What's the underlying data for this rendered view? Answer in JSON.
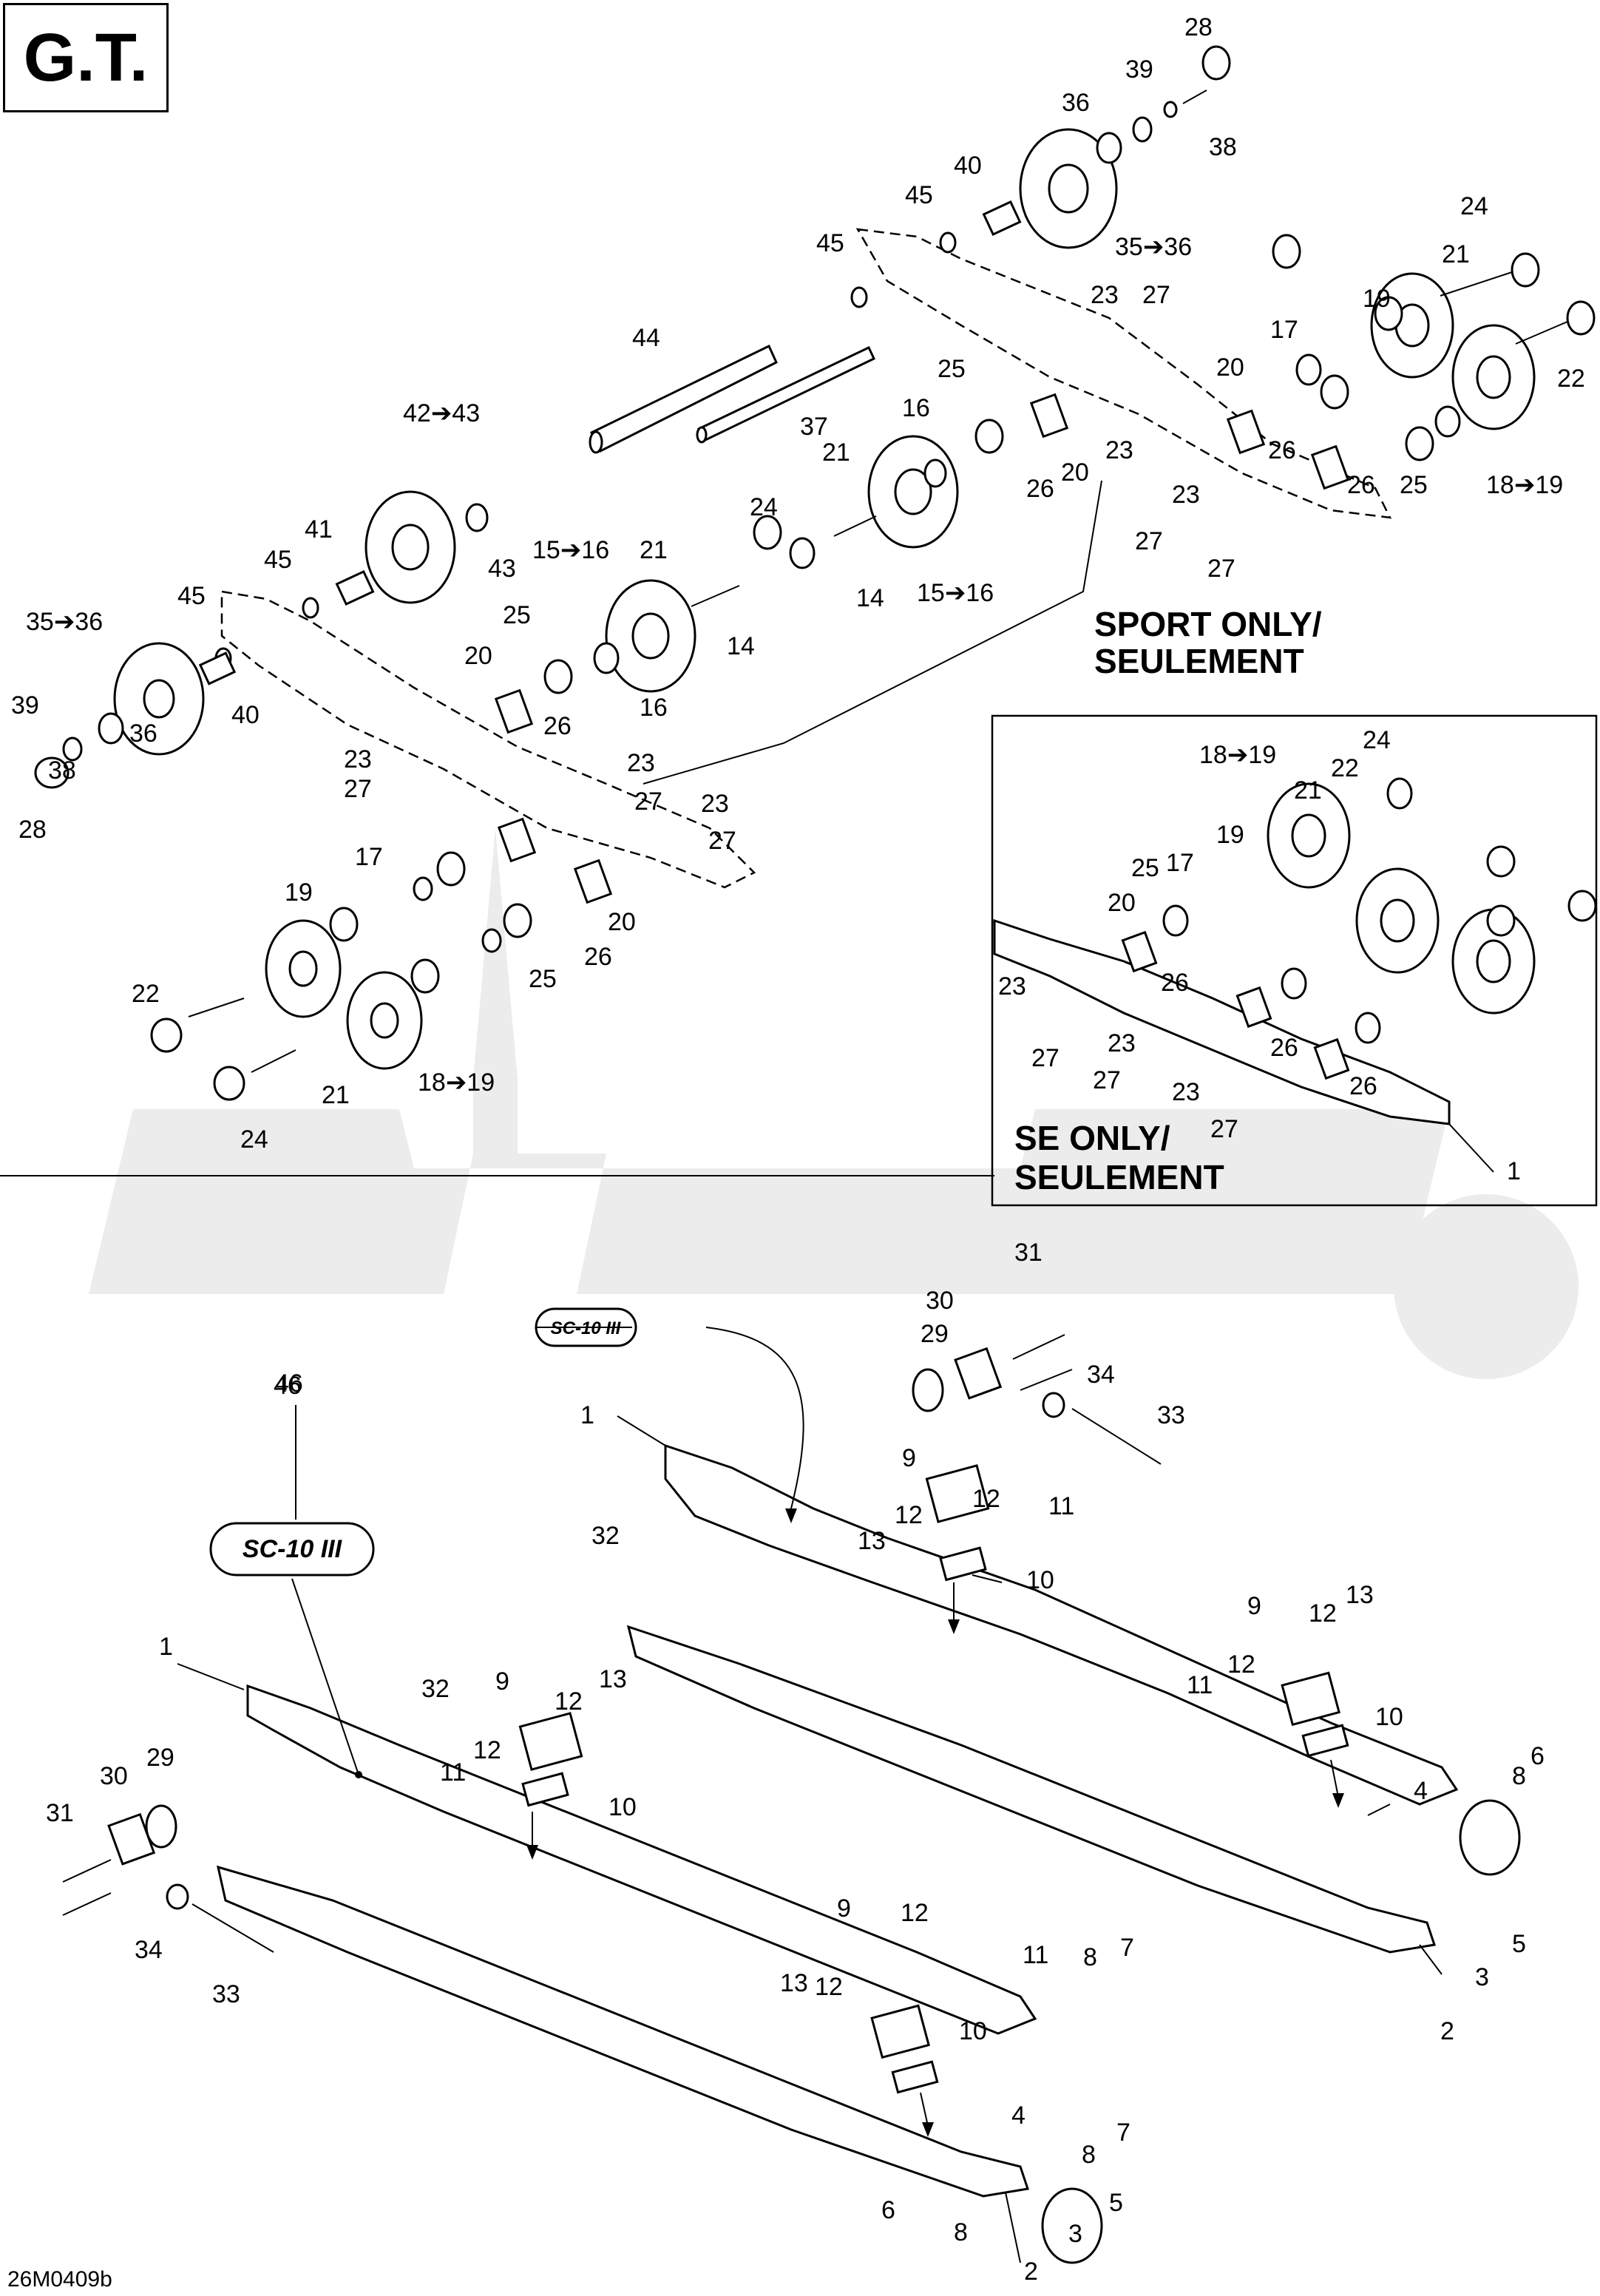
{
  "header": {
    "model": "G.T."
  },
  "notes": {
    "sport_line1": "SPORT ONLY/",
    "sport_line2": "SEULEMENT",
    "se_line1": "SE ONLY/",
    "se_line2": "SEULEMENT"
  },
  "decal_text": "SC-10 III",
  "footer": {
    "drawing_code": "26M0409b"
  },
  "callouts": [
    {
      "id": "c28a",
      "t": "28"
    },
    {
      "id": "c39a",
      "t": "39"
    },
    {
      "id": "c36a",
      "t": "36"
    },
    {
      "id": "c38a",
      "t": "38"
    },
    {
      "id": "c40a",
      "t": "40"
    },
    {
      "id": "c45a",
      "t": "45"
    },
    {
      "id": "c45b",
      "t": "45"
    },
    {
      "id": "c3536a",
      "t": "35➔36"
    },
    {
      "id": "c24a",
      "t": "24"
    },
    {
      "id": "c21a",
      "t": "21"
    },
    {
      "id": "c23a",
      "t": "23"
    },
    {
      "id": "c27a",
      "t": "27"
    },
    {
      "id": "c19a",
      "t": "19"
    },
    {
      "id": "c17a",
      "t": "17"
    },
    {
      "id": "c22a",
      "t": "22"
    },
    {
      "id": "c20a",
      "t": "20"
    },
    {
      "id": "c26a",
      "t": "26"
    },
    {
      "id": "c26b",
      "t": "26"
    },
    {
      "id": "c25a",
      "t": "25"
    },
    {
      "id": "c1819a",
      "t": "18➔19"
    },
    {
      "id": "c23b",
      "t": "23"
    },
    {
      "id": "c23c",
      "t": "23"
    },
    {
      "id": "c27b",
      "t": "27"
    },
    {
      "id": "c27c",
      "t": "27"
    },
    {
      "id": "c44",
      "t": "44"
    },
    {
      "id": "c4243",
      "t": "42➔43"
    },
    {
      "id": "c37",
      "t": "37"
    },
    {
      "id": "c25b",
      "t": "25"
    },
    {
      "id": "c16a",
      "t": "16"
    },
    {
      "id": "c21b",
      "t": "21"
    },
    {
      "id": "c24b",
      "t": "24"
    },
    {
      "id": "c26c",
      "t": "26"
    },
    {
      "id": "c20b",
      "t": "20"
    },
    {
      "id": "c14a",
      "t": "14"
    },
    {
      "id": "c1516a",
      "t": "15➔16"
    },
    {
      "id": "c41",
      "t": "41"
    },
    {
      "id": "c45c",
      "t": "45"
    },
    {
      "id": "c43",
      "t": "43"
    },
    {
      "id": "c1516b",
      "t": "15➔16"
    },
    {
      "id": "c21c",
      "t": "21"
    },
    {
      "id": "c14b",
      "t": "14"
    },
    {
      "id": "c3536b",
      "t": "35➔36"
    },
    {
      "id": "c45d",
      "t": "45"
    },
    {
      "id": "c40b",
      "t": "40"
    },
    {
      "id": "c39b",
      "t": "39"
    },
    {
      "id": "c36b",
      "t": "36"
    },
    {
      "id": "c38b",
      "t": "38"
    },
    {
      "id": "c28b",
      "t": "28"
    },
    {
      "id": "c25c",
      "t": "25"
    },
    {
      "id": "c20c",
      "t": "20"
    },
    {
      "id": "c26d",
      "t": "26"
    },
    {
      "id": "c16b",
      "t": "16"
    },
    {
      "id": "c23d",
      "t": "23"
    },
    {
      "id": "c27d",
      "t": "27"
    },
    {
      "id": "c23e",
      "t": "23"
    },
    {
      "id": "c27e",
      "t": "27"
    },
    {
      "id": "c23f",
      "t": "23"
    },
    {
      "id": "c27f",
      "t": "27"
    },
    {
      "id": "c17b",
      "t": "17"
    },
    {
      "id": "c19b",
      "t": "19"
    },
    {
      "id": "c20d",
      "t": "20"
    },
    {
      "id": "c26e",
      "t": "26"
    },
    {
      "id": "c25d",
      "t": "25"
    },
    {
      "id": "c22b",
      "t": "22"
    },
    {
      "id": "c21d",
      "t": "21"
    },
    {
      "id": "c1819b",
      "t": "18➔19"
    },
    {
      "id": "c24c",
      "t": "24"
    },
    {
      "id": "s1819",
      "t": "18➔19"
    },
    {
      "id": "s24",
      "t": "24"
    },
    {
      "id": "s22",
      "t": "22"
    },
    {
      "id": "s21",
      "t": "21"
    },
    {
      "id": "s19",
      "t": "19"
    },
    {
      "id": "s25",
      "t": "25"
    },
    {
      "id": "s17",
      "t": "17"
    },
    {
      "id": "s20",
      "t": "20"
    },
    {
      "id": "s26a",
      "t": "26"
    },
    {
      "id": "s23a",
      "t": "23"
    },
    {
      "id": "s27a",
      "t": "27"
    },
    {
      "id": "s26b",
      "t": "26"
    },
    {
      "id": "s23b",
      "t": "23"
    },
    {
      "id": "s27b",
      "t": "27"
    },
    {
      "id": "s23c",
      "t": "23"
    },
    {
      "id": "s26c",
      "t": "26"
    },
    {
      "id": "s27c",
      "t": "27"
    },
    {
      "id": "s1",
      "t": "1"
    },
    {
      "id": "b31a",
      "t": "31"
    },
    {
      "id": "b30a",
      "t": "30"
    },
    {
      "id": "b29a",
      "t": "29"
    },
    {
      "id": "b34a",
      "t": "34"
    },
    {
      "id": "b33a",
      "t": "33"
    },
    {
      "id": "b46a",
      "t": "46"
    },
    {
      "id": "b1a",
      "t": "1"
    },
    {
      "id": "b9a",
      "t": "9"
    },
    {
      "id": "b12a",
      "t": "12"
    },
    {
      "id": "b11a",
      "t": "11"
    },
    {
      "id": "b12b",
      "t": "12"
    },
    {
      "id": "b32a",
      "t": "32"
    },
    {
      "id": "b13a",
      "t": "13"
    },
    {
      "id": "b10a",
      "t": "10"
    },
    {
      "id": "b9b",
      "t": "9"
    },
    {
      "id": "b12c",
      "t": "12"
    },
    {
      "id": "b13b",
      "t": "13"
    },
    {
      "id": "b11b",
      "t": "11"
    },
    {
      "id": "b12d",
      "t": "12"
    },
    {
      "id": "b10b",
      "t": "10"
    },
    {
      "id": "b4a",
      "t": "4"
    },
    {
      "id": "b8a",
      "t": "8"
    },
    {
      "id": "b6a",
      "t": "6"
    },
    {
      "id": "b7a",
      "t": "7"
    },
    {
      "id": "b8b",
      "t": "8"
    },
    {
      "id": "b3a",
      "t": "3"
    },
    {
      "id": "b5a",
      "t": "5"
    },
    {
      "id": "b2a",
      "t": "2"
    },
    {
      "id": "b46b",
      "t": "46"
    },
    {
      "id": "b1b",
      "t": "1"
    },
    {
      "id": "b32b",
      "t": "32"
    },
    {
      "id": "b9c",
      "t": "9"
    },
    {
      "id": "b12e",
      "t": "12"
    },
    {
      "id": "b13c",
      "t": "13"
    },
    {
      "id": "b11c",
      "t": "11"
    },
    {
      "id": "b12f",
      "t": "12"
    },
    {
      "id": "b10c",
      "t": "10"
    },
    {
      "id": "b29b",
      "t": "29"
    },
    {
      "id": "b30b",
      "t": "30"
    },
    {
      "id": "b31b",
      "t": "31"
    },
    {
      "id": "b34b",
      "t": "34"
    },
    {
      "id": "b33b",
      "t": "33"
    },
    {
      "id": "b9d",
      "t": "9"
    },
    {
      "id": "b12g",
      "t": "12"
    },
    {
      "id": "b11d",
      "t": "11"
    },
    {
      "id": "b13d",
      "t": "13"
    },
    {
      "id": "b12h",
      "t": "12"
    },
    {
      "id": "b10d",
      "t": "10"
    },
    {
      "id": "b4b",
      "t": "4"
    },
    {
      "id": "b8c",
      "t": "8"
    },
    {
      "id": "b7b",
      "t": "7"
    },
    {
      "id": "b6b",
      "t": "6"
    },
    {
      "id": "b8d",
      "t": "8"
    },
    {
      "id": "b3b",
      "t": "3"
    },
    {
      "id": "b5b",
      "t": "5"
    },
    {
      "id": "b2b",
      "t": "2"
    }
  ]
}
